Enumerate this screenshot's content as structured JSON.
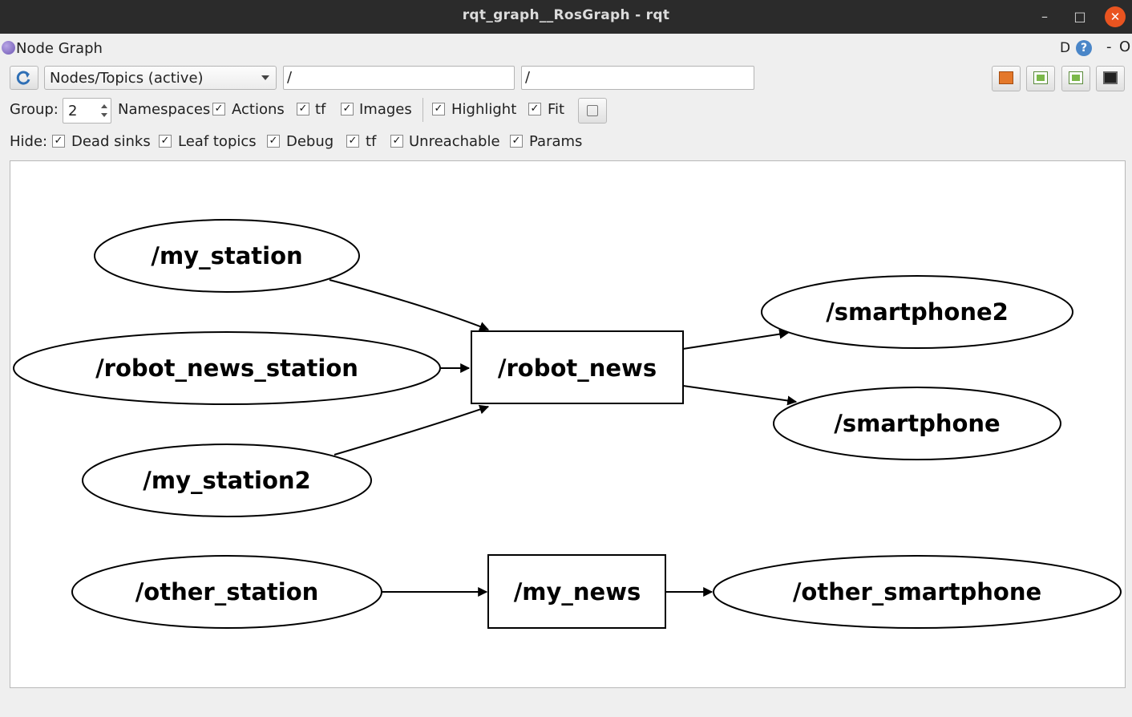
{
  "window": {
    "title": "rqt_graph__RosGraph - rqt",
    "min_glyph": "–",
    "max_glyph": "□",
    "close_glyph": "✕"
  },
  "plugin": {
    "title": "Node Graph",
    "d_label": "D",
    "help_label": "?",
    "dash_label": "-",
    "o_label": "O"
  },
  "toolbar": {
    "view_mode": "Nodes/Topics (active)",
    "filter_include": "/",
    "filter_exclude": "/"
  },
  "options_row": {
    "group_label": "Group:",
    "group_value": "2",
    "namespaces_label": "Namespaces",
    "actions_label": "Actions",
    "tf_label": "tf",
    "images_label": "Images",
    "highlight_label": "Highlight",
    "fit_label": "Fit",
    "check_glyph": "✓"
  },
  "hide_row": {
    "hide_label": "Hide:",
    "dead_sinks": "Dead sinks",
    "leaf_topics": "Leaf topics",
    "debug": "Debug",
    "tf": "tf",
    "unreachable": "Unreachable",
    "params": "Params"
  },
  "graph": {
    "nodes": {
      "my_station": "/my_station",
      "robot_news_station": "/robot_news_station",
      "my_station2": "/my_station2",
      "robot_news": "/robot_news",
      "smartphone2": "/smartphone2",
      "smartphone": "/smartphone",
      "other_station": "/other_station",
      "my_news": "/my_news",
      "other_smartphone": "/other_smartphone"
    },
    "edges": [
      [
        "/my_station",
        "/robot_news"
      ],
      [
        "/robot_news_station",
        "/robot_news"
      ],
      [
        "/my_station2",
        "/robot_news"
      ],
      [
        "/robot_news",
        "/smartphone2"
      ],
      [
        "/robot_news",
        "/smartphone"
      ],
      [
        "/other_station",
        "/my_news"
      ],
      [
        "/my_news",
        "/other_smartphone"
      ]
    ]
  }
}
